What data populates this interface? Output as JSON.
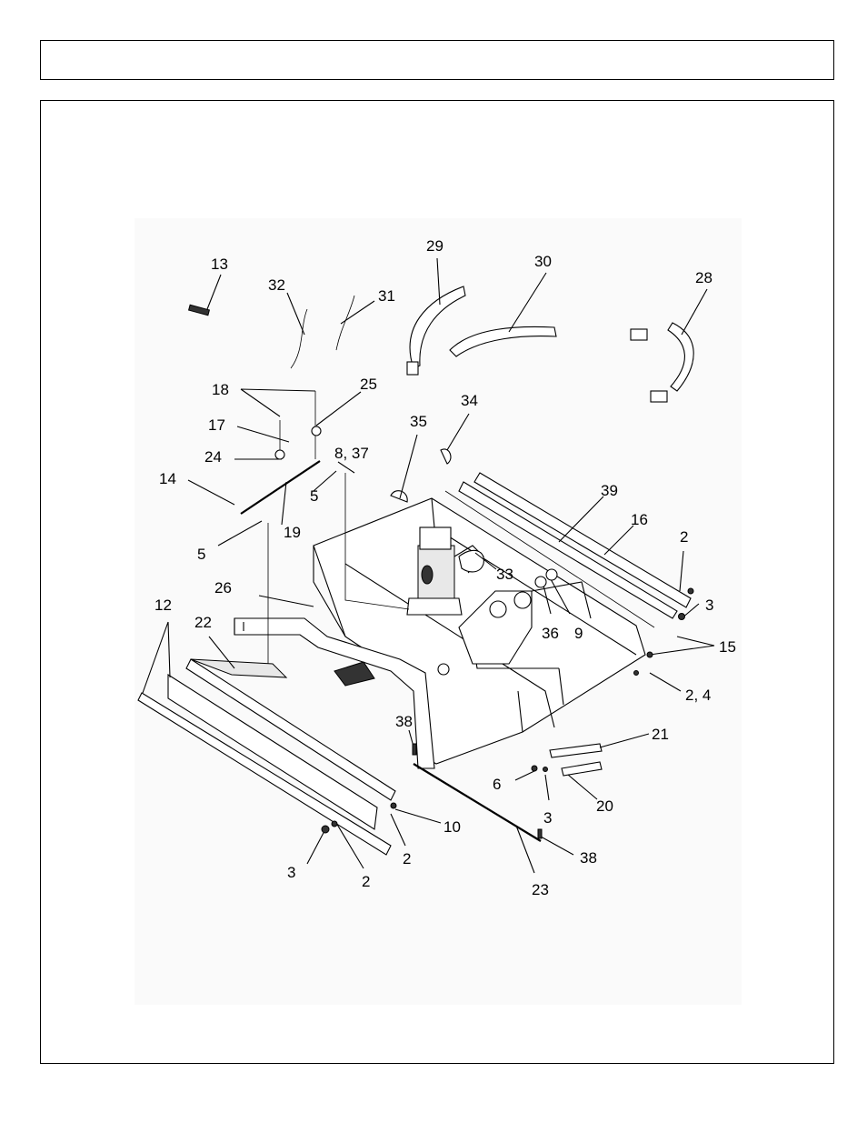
{
  "header": {
    "title": ""
  },
  "callouts": [
    {
      "label": "13"
    },
    {
      "label": "32"
    },
    {
      "label": "31"
    },
    {
      "label": "29"
    },
    {
      "label": "30"
    },
    {
      "label": "28"
    },
    {
      "label": "18"
    },
    {
      "label": "25"
    },
    {
      "label": "17"
    },
    {
      "label": "24"
    },
    {
      "label": "8, 37"
    },
    {
      "label": "14"
    },
    {
      "label": "5"
    },
    {
      "label": "19"
    },
    {
      "label": "5"
    },
    {
      "label": "35"
    },
    {
      "label": "34"
    },
    {
      "label": "39"
    },
    {
      "label": "16"
    },
    {
      "label": "2"
    },
    {
      "label": "3"
    },
    {
      "label": "26"
    },
    {
      "label": "33"
    },
    {
      "label": "36"
    },
    {
      "label": "9"
    },
    {
      "label": "15"
    },
    {
      "label": "12"
    },
    {
      "label": "22"
    },
    {
      "label": "2, 4"
    },
    {
      "label": "38"
    },
    {
      "label": "21"
    },
    {
      "label": "6"
    },
    {
      "label": "3"
    },
    {
      "label": "20"
    },
    {
      "label": "10"
    },
    {
      "label": "2"
    },
    {
      "label": "38"
    },
    {
      "label": "3"
    },
    {
      "label": "2"
    },
    {
      "label": "23"
    }
  ]
}
